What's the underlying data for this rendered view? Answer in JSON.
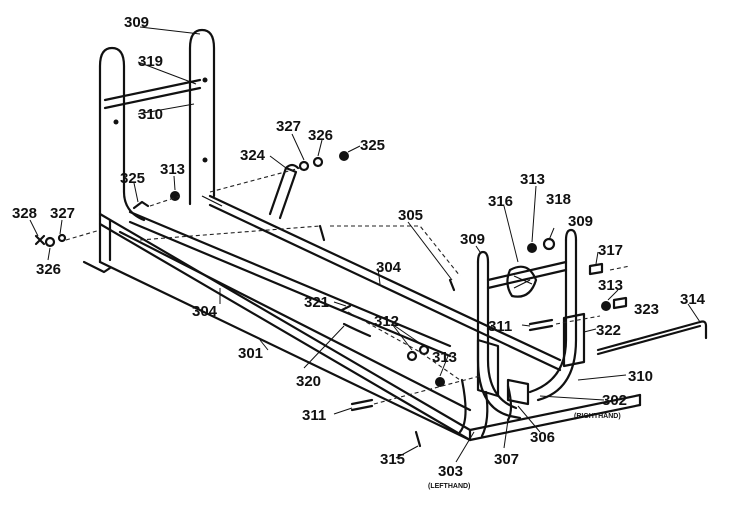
{
  "callouts": [
    {
      "id": "c309a",
      "text": "309"
    },
    {
      "id": "c319",
      "text": "319"
    },
    {
      "id": "c310a",
      "text": "310"
    },
    {
      "id": "c327a",
      "text": "327"
    },
    {
      "id": "c326a",
      "text": "326"
    },
    {
      "id": "c325a",
      "text": "325"
    },
    {
      "id": "c324",
      "text": "324"
    },
    {
      "id": "c325b",
      "text": "325"
    },
    {
      "id": "c313a",
      "text": "313"
    },
    {
      "id": "c328",
      "text": "328"
    },
    {
      "id": "c327b",
      "text": "327"
    },
    {
      "id": "c326b",
      "text": "326"
    },
    {
      "id": "c305",
      "text": "305"
    },
    {
      "id": "c313b",
      "text": "313"
    },
    {
      "id": "c316",
      "text": "316"
    },
    {
      "id": "c318",
      "text": "318"
    },
    {
      "id": "c309b",
      "text": "309"
    },
    {
      "id": "c309c",
      "text": "309"
    },
    {
      "id": "c317",
      "text": "317"
    },
    {
      "id": "c304a",
      "text": "304"
    },
    {
      "id": "c313c",
      "text": "313"
    },
    {
      "id": "c323",
      "text": "323"
    },
    {
      "id": "c314",
      "text": "314"
    },
    {
      "id": "c304b",
      "text": "304"
    },
    {
      "id": "c321",
      "text": "321"
    },
    {
      "id": "c312",
      "text": "312"
    },
    {
      "id": "c311a",
      "text": "311"
    },
    {
      "id": "c322",
      "text": "322"
    },
    {
      "id": "c301",
      "text": "301"
    },
    {
      "id": "c313d",
      "text": "313"
    },
    {
      "id": "c310b",
      "text": "310"
    },
    {
      "id": "c320",
      "text": "320"
    },
    {
      "id": "c302",
      "text": "302"
    },
    {
      "id": "c302sub",
      "text": "(RIGHTHAND)"
    },
    {
      "id": "c311b",
      "text": "311"
    },
    {
      "id": "c306",
      "text": "306"
    },
    {
      "id": "c315",
      "text": "315"
    },
    {
      "id": "c307",
      "text": "307"
    },
    {
      "id": "c303",
      "text": "303"
    },
    {
      "id": "c303sub",
      "text": "(LEFTHAND)"
    }
  ]
}
